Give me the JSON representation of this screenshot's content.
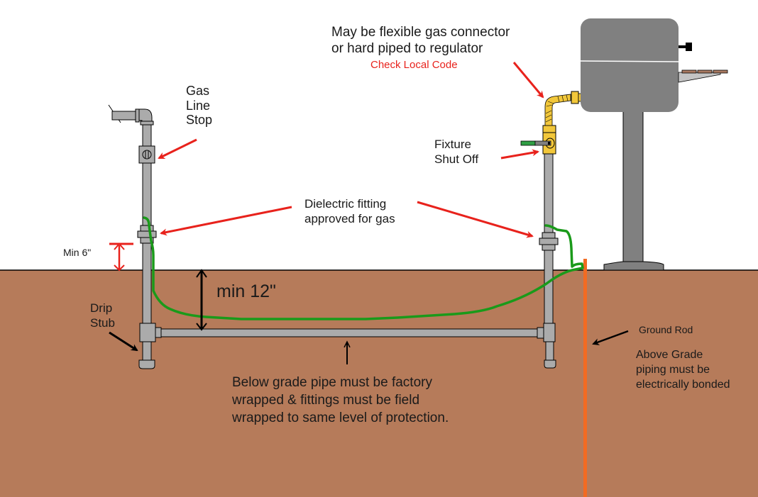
{
  "colors": {
    "soil": "#b67b5a",
    "sky": "#ffffff",
    "pipe": "#ababab",
    "pipe_outline": "#000000",
    "bond_wire": "#1a9a1a",
    "ground_rod": "#f26b22",
    "arrow_red": "#e8221c",
    "arrow_black": "#000000",
    "grill_body": "#808080",
    "flex_connector": "#f2c73a",
    "valve_handle_green": "#2f9e44",
    "shelf_board": "#a97a62",
    "label_text": "#1a1a1a",
    "note_red": "#e8221c"
  },
  "labels": {
    "gas_line_stop": [
      "Gas",
      "Line",
      "Stop"
    ],
    "connector_note": [
      "May be flexible gas connector",
      "or hard piped to regulator"
    ],
    "check_local_code": "Check Local Code",
    "fixture_shut_off": [
      "Fixture",
      "Shut Off"
    ],
    "dielectric_fitting": [
      "Dielectric fitting",
      "approved for gas"
    ],
    "min_6": "Min 6\"",
    "min_12": "min 12\"",
    "drip_stub": [
      "Drip",
      "Stub"
    ],
    "below_grade_note": [
      "Below grade pipe must be factory",
      "wrapped & fittings must be field",
      "wrapped to same level of protection."
    ],
    "ground_rod": "Ground Rod",
    "bonding_note": [
      "Above Grade",
      "piping must be",
      "electrically bonded"
    ]
  }
}
